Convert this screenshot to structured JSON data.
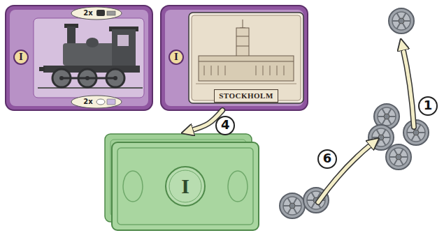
{
  "diagram": {
    "nodes": [
      {
        "text": [
          "I",
          "2x",
          "2x"
        ]
      },
      {
        "text": [
          "I",
          "STOCKHOLM"
        ]
      },
      {
        "text": [
          "I"
        ]
      }
    ],
    "edges": [
      {
        "from": 1,
        "to": 2,
        "arrow": "to",
        "label": "4"
      }
    ],
    "labels": [
      "1",
      "6"
    ]
  }
}
